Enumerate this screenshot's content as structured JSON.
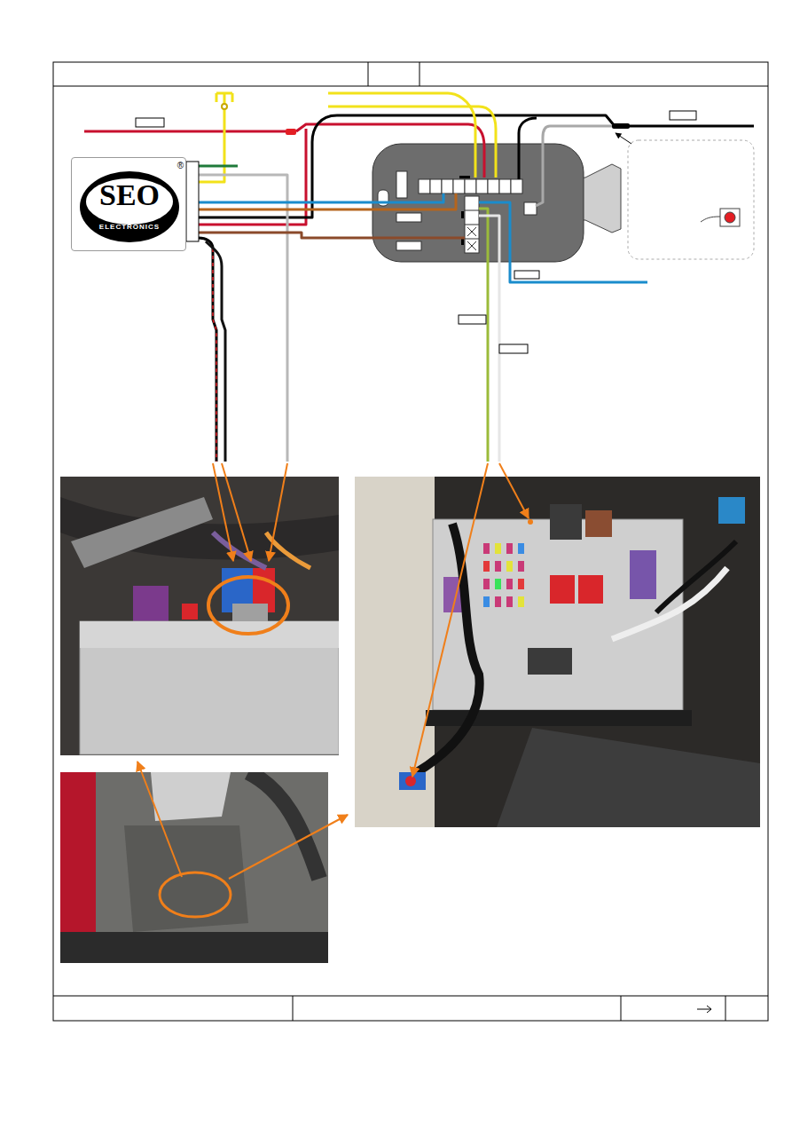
{
  "diagram": {
    "nodes": [
      {
        "text": [
          "SEO",
          "ELECTRONICS",
          "®"
        ]
      }
    ]
  }
}
